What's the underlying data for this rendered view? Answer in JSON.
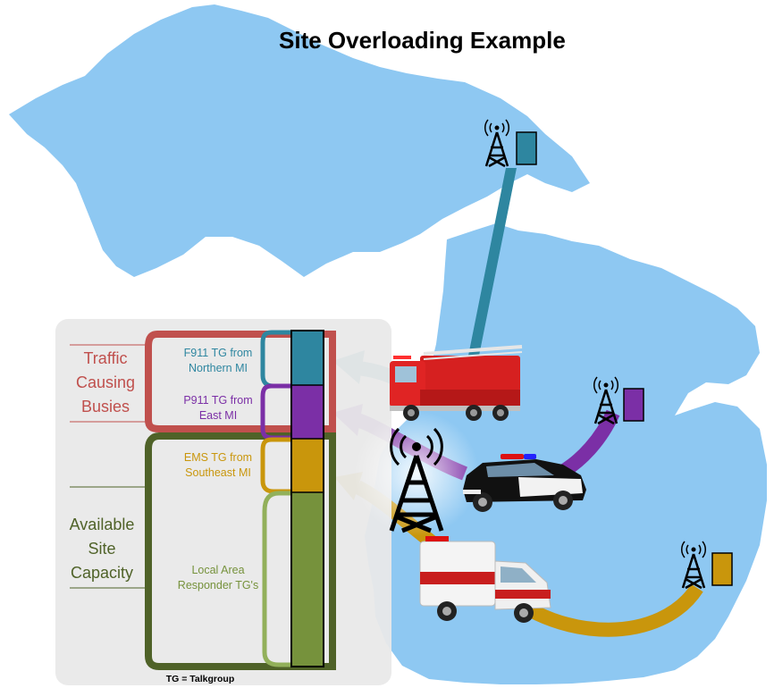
{
  "title": "Site Overloading Example",
  "legend": {
    "traffic_label": [
      "Traffic",
      "Causing",
      "Busies"
    ],
    "capacity_label": [
      "Available",
      "Site",
      "Capacity"
    ],
    "footnote": "TG = Talkgroup"
  },
  "segments": [
    {
      "line1": "F911 TG from",
      "line2": "Northern MI",
      "color": "#2e86a0"
    },
    {
      "line1": "P911 TG from",
      "line2": "East MI",
      "color": "#7b2fa6"
    },
    {
      "line1": "EMS TG from",
      "line2": "Southeast MI",
      "color": "#c9960c"
    },
    {
      "line1": "Local Area",
      "line2": "Responder TG's",
      "color": "#76923c"
    }
  ],
  "colors": {
    "water_land": "#8ec8f2",
    "traffic_bracket": "#c0504d",
    "capacity_bracket": "#4f6228",
    "fire": "#2e86a0",
    "police": "#7b2fa6",
    "ems": "#c9960c",
    "local": "#76923c"
  },
  "vehicles": [
    "fire-truck",
    "police-car",
    "ambulance"
  ]
}
